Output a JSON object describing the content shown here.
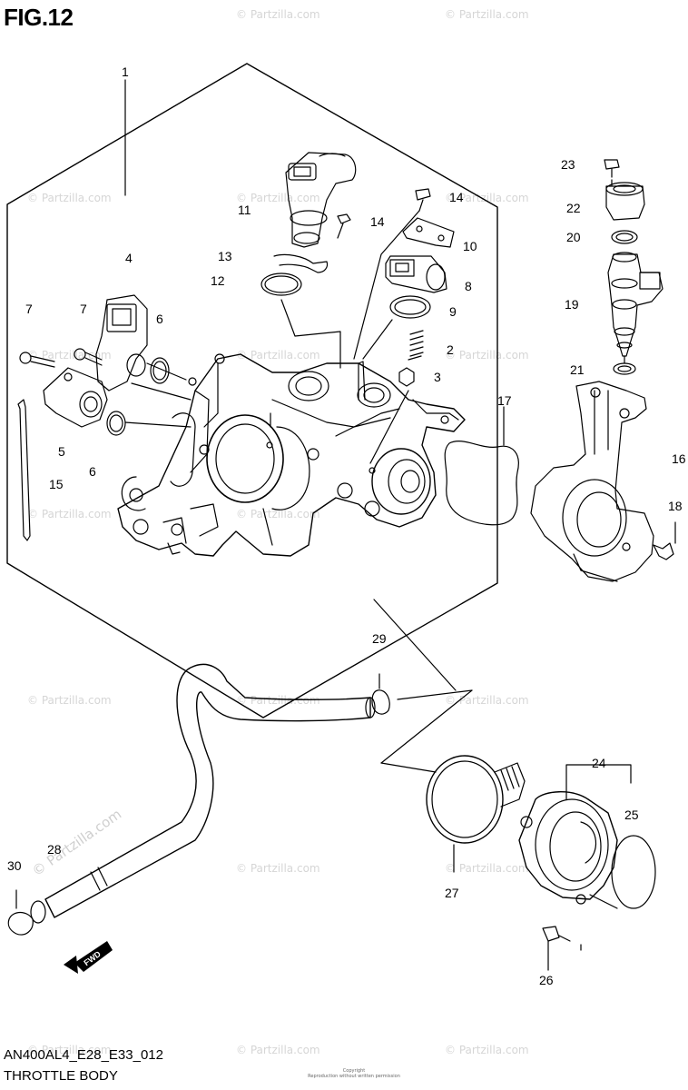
{
  "figure": {
    "title": "FIG.12",
    "model_code": "AN400AL4_E28_E33_012",
    "caption": "THROTTLE BODY",
    "copyright_line1": "Copyright",
    "copyright_line2": "Reproduction without written permission"
  },
  "watermark": {
    "text": "© Partzilla.com"
  },
  "fwd_label": "FWD",
  "callouts": {
    "c1": "1",
    "c2": "2",
    "c3": "3",
    "c4": "4",
    "c5": "5",
    "c6a": "6",
    "c6b": "6",
    "c7a": "7",
    "c7b": "7",
    "c8": "8",
    "c9": "9",
    "c10": "10",
    "c11": "11",
    "c12": "12",
    "c13": "13",
    "c14a": "14",
    "c14b": "14",
    "c15": "15",
    "c16": "16",
    "c17": "17",
    "c18": "18",
    "c19": "19",
    "c20": "20",
    "c21": "21",
    "c22": "22",
    "c23": "23",
    "c24": "24",
    "c25": "25",
    "c26": "26",
    "c27": "27",
    "c28": "28",
    "c29": "29",
    "c30": "30"
  }
}
